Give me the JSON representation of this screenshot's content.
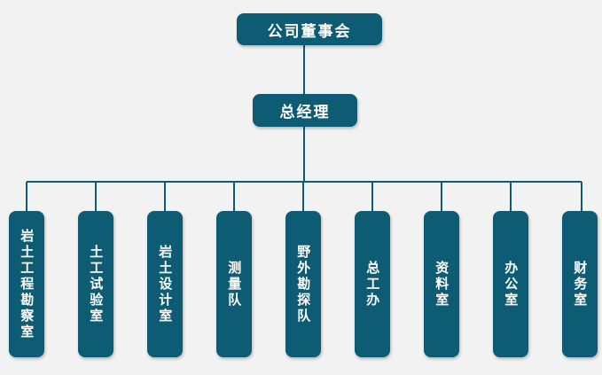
{
  "chairman": {
    "label": "公司董事会"
  },
  "manager": {
    "label": "总经理"
  },
  "departments": [
    {
      "label": "岩土工程勘察室"
    },
    {
      "label": "土工试验室"
    },
    {
      "label": "岩土设计室"
    },
    {
      "label": "测量队"
    },
    {
      "label": "野外勘探队"
    },
    {
      "label": "总工办"
    },
    {
      "label": "资料室"
    },
    {
      "label": "办公室"
    },
    {
      "label": "财务室"
    }
  ],
  "colors": {
    "box": "#0e5c73",
    "line": "#0e5c73",
    "background": "#f2f2f2",
    "text": "#ffffff"
  }
}
